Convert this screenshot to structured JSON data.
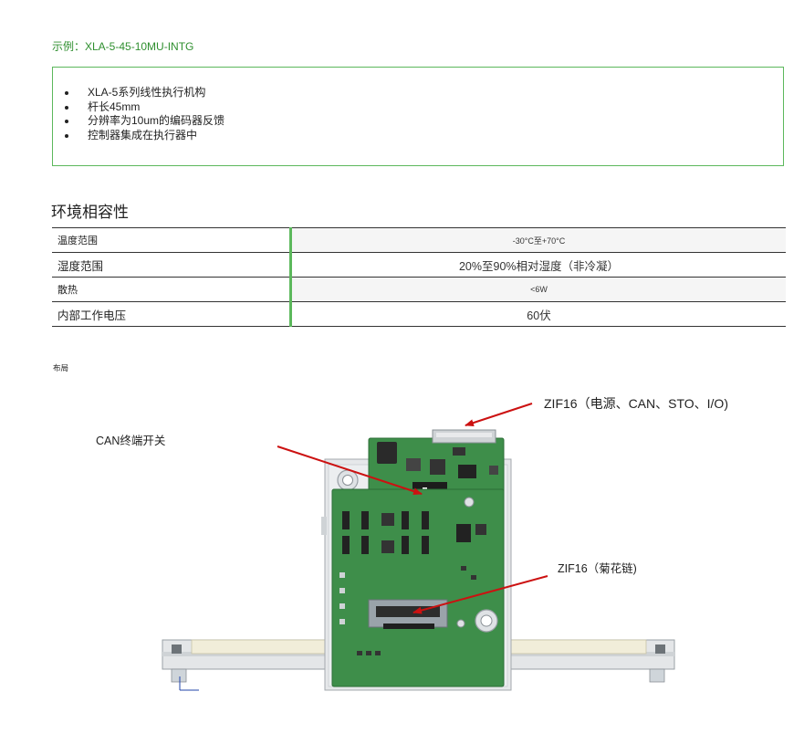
{
  "example": {
    "title": "示例：XLA-5-45-10MU-INTG",
    "items": [
      "XLA-5系列线性执行机构",
      "杆长45mm",
      "分辨率为10um的编码器反馈",
      "控制器集成在执行器中"
    ]
  },
  "environment": {
    "title": "环境相容性",
    "rows": [
      {
        "key": "温度范围",
        "value": "-30°C至+70°C"
      },
      {
        "key": "湿度范围",
        "value": "20%至90%相对湿度（非冷凝）"
      },
      {
        "key": "散热",
        "value": "<6W"
      },
      {
        "key": "内部工作电压",
        "value": "60伏"
      }
    ]
  },
  "layout": {
    "label": "布局",
    "annotations": {
      "zif_power": "ZIF16（电源、CAN、STO、I/O)",
      "can_switch": "CAN终端开关",
      "zif_daisy": "ZIF16（菊花链)"
    }
  },
  "colors": {
    "accent_green": "#5cb85c",
    "title_green": "#2f8f2f",
    "arrow_red": "#cc1111",
    "pcb_green": "#3e8e4a"
  }
}
